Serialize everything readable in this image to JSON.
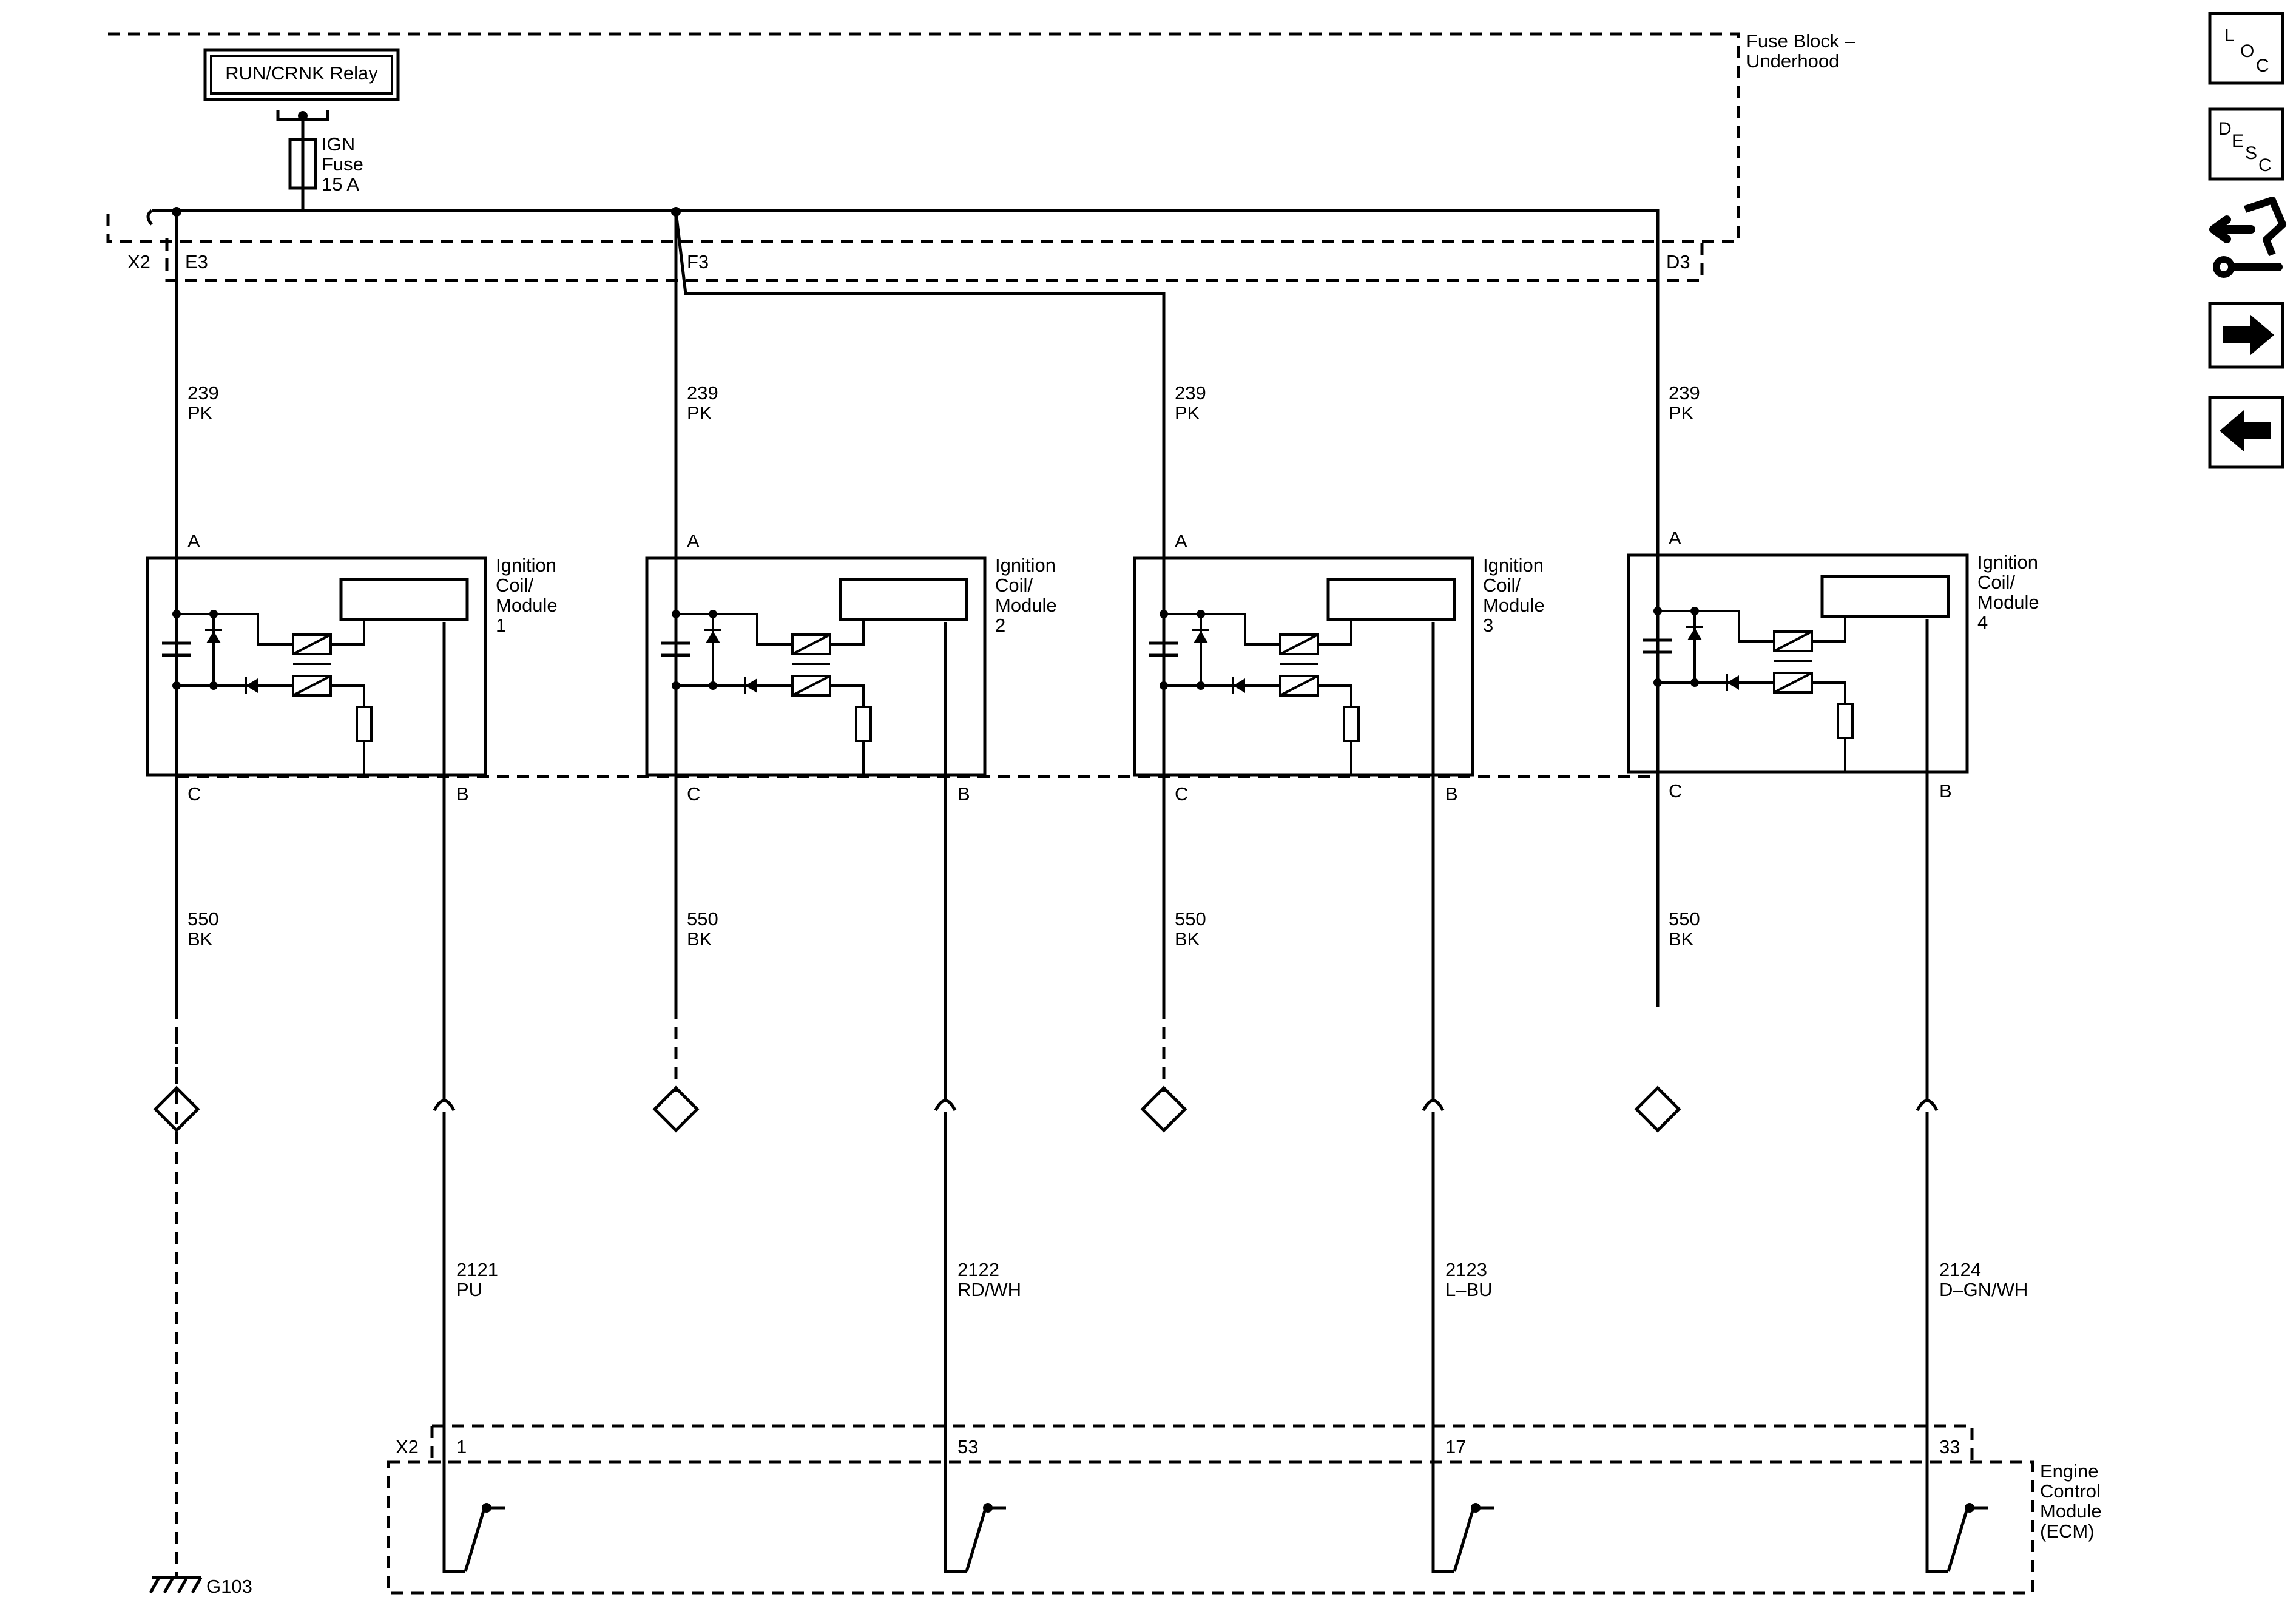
{
  "fuse_block": {
    "title_line1": "Fuse Block –",
    "title_line2": "Underhood",
    "connector": "X2",
    "relay_label": "RUN/CRNK Relay",
    "fuse_line1": "IGN",
    "fuse_line2": "Fuse",
    "fuse_line3": "15 A",
    "pins": [
      "E3",
      "F3",
      "D3"
    ]
  },
  "coils": [
    {
      "line1": "Ignition",
      "line2": "Coil/",
      "line3": "Module",
      "number": "1",
      "pin_a": "A",
      "pin_c": "C",
      "pin_b": "B",
      "feed_circuit": "239",
      "feed_color": "PK",
      "ground_circuit": "550",
      "ground_color": "BK",
      "signal_circuit": "2121",
      "signal_color": "PU",
      "ecm_pin": "1"
    },
    {
      "line1": "Ignition",
      "line2": "Coil/",
      "line3": "Module",
      "number": "2",
      "pin_a": "A",
      "pin_c": "C",
      "pin_b": "B",
      "feed_circuit": "239",
      "feed_color": "PK",
      "ground_circuit": "550",
      "ground_color": "BK",
      "signal_circuit": "2122",
      "signal_color": "RD/WH",
      "ecm_pin": "53"
    },
    {
      "line1": "Ignition",
      "line2": "Coil/",
      "line3": "Module",
      "number": "3",
      "pin_a": "A",
      "pin_c": "C",
      "pin_b": "B",
      "feed_circuit": "239",
      "feed_color": "PK",
      "ground_circuit": "550",
      "ground_color": "BK",
      "signal_circuit": "2123",
      "signal_color": "L–BU",
      "ecm_pin": "17"
    },
    {
      "line1": "Ignition",
      "line2": "Coil/",
      "line3": "Module",
      "number": "4",
      "pin_a": "A",
      "pin_c": "C",
      "pin_b": "B",
      "feed_circuit": "239",
      "feed_color": "PK",
      "ground_circuit": "550",
      "ground_color": "BK",
      "signal_circuit": "2124",
      "signal_color": "D–GN/WH",
      "ecm_pin": "33"
    }
  ],
  "ecm": {
    "connector": "X2",
    "line1": "Engine",
    "line2": "Control",
    "line3": "Module",
    "line4": "(ECM)"
  },
  "ground": {
    "label": "G103"
  },
  "nav": {
    "loc": {
      "c1": "L",
      "c2": "O",
      "c3": "C",
      "icon": "location-icon"
    },
    "desc": {
      "c1": "D",
      "c2": "E",
      "c3": "S",
      "c4": "C",
      "icon": "description-icon"
    },
    "connector": {
      "icon": "connector-repair-icon"
    },
    "next": {
      "icon": "arrow-right-icon"
    },
    "prev": {
      "icon": "arrow-left-icon"
    }
  }
}
